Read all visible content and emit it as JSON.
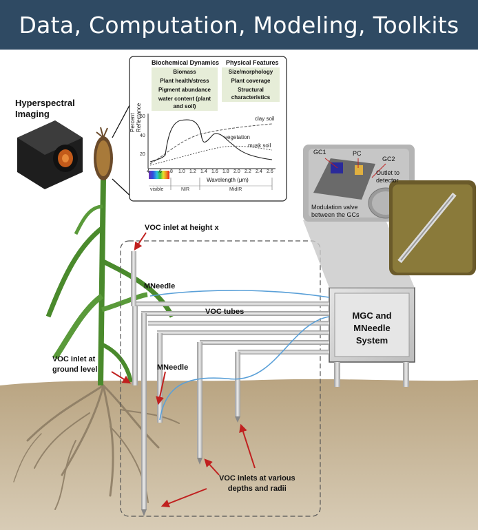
{
  "title": "Data, Computation, Modeling, Toolkits",
  "labels": {
    "hyperspectral": [
      "Hyperspectral",
      "Imaging"
    ],
    "voc_inlet_height": "VOC inlet at height x",
    "mneedle_top": "MNeedle",
    "voc_tubes": "VOC tubes",
    "voc_inlet_ground": [
      "VOC inlet at",
      "ground level"
    ],
    "mneedle_bottom": "MNeedle",
    "voc_inlets_various": [
      "VOC inlets at various",
      "depths and radii"
    ],
    "mgc_system": [
      "MGC and",
      "MNeedle",
      "System"
    ]
  },
  "spectral_panel": {
    "biochem_heading": "Biochemical Dynamics",
    "biochem_items": [
      "Biomass",
      "Plant health/stress",
      "Pigment abundance",
      "water content (plant and soil)"
    ],
    "physical_heading": "Physical Features",
    "physical_items": [
      "Size/morphology",
      "Plant coverage",
      "Structural characteristics"
    ],
    "y_label": "Percent Reflectance",
    "x_label": "Wavelength (μm)",
    "y_ticks": [
      "60",
      "40",
      "20"
    ],
    "x_ticks": [
      "4",
      ".6",
      ".8",
      "1.0",
      "1.2",
      "1.4",
      "1.6",
      "1.8",
      "2.0",
      "2.2",
      "2.4",
      "2.6"
    ],
    "bands": [
      "visible",
      "NIR",
      "MidIR"
    ],
    "curves": [
      "clay soil",
      "vegetation",
      "musk soil"
    ]
  },
  "chip_panel": {
    "labels": [
      "GC1",
      "PC",
      "GC2",
      "Outlet to detector",
      "Modulation valve between the GCs"
    ]
  },
  "colors": {
    "banner": "#2f4a63",
    "soil": "#b5a07e",
    "tube": "#c8c8c8",
    "blue_line": "#5aa0d8",
    "arrow": "#c0201f",
    "plant": "#4a8a2c"
  }
}
